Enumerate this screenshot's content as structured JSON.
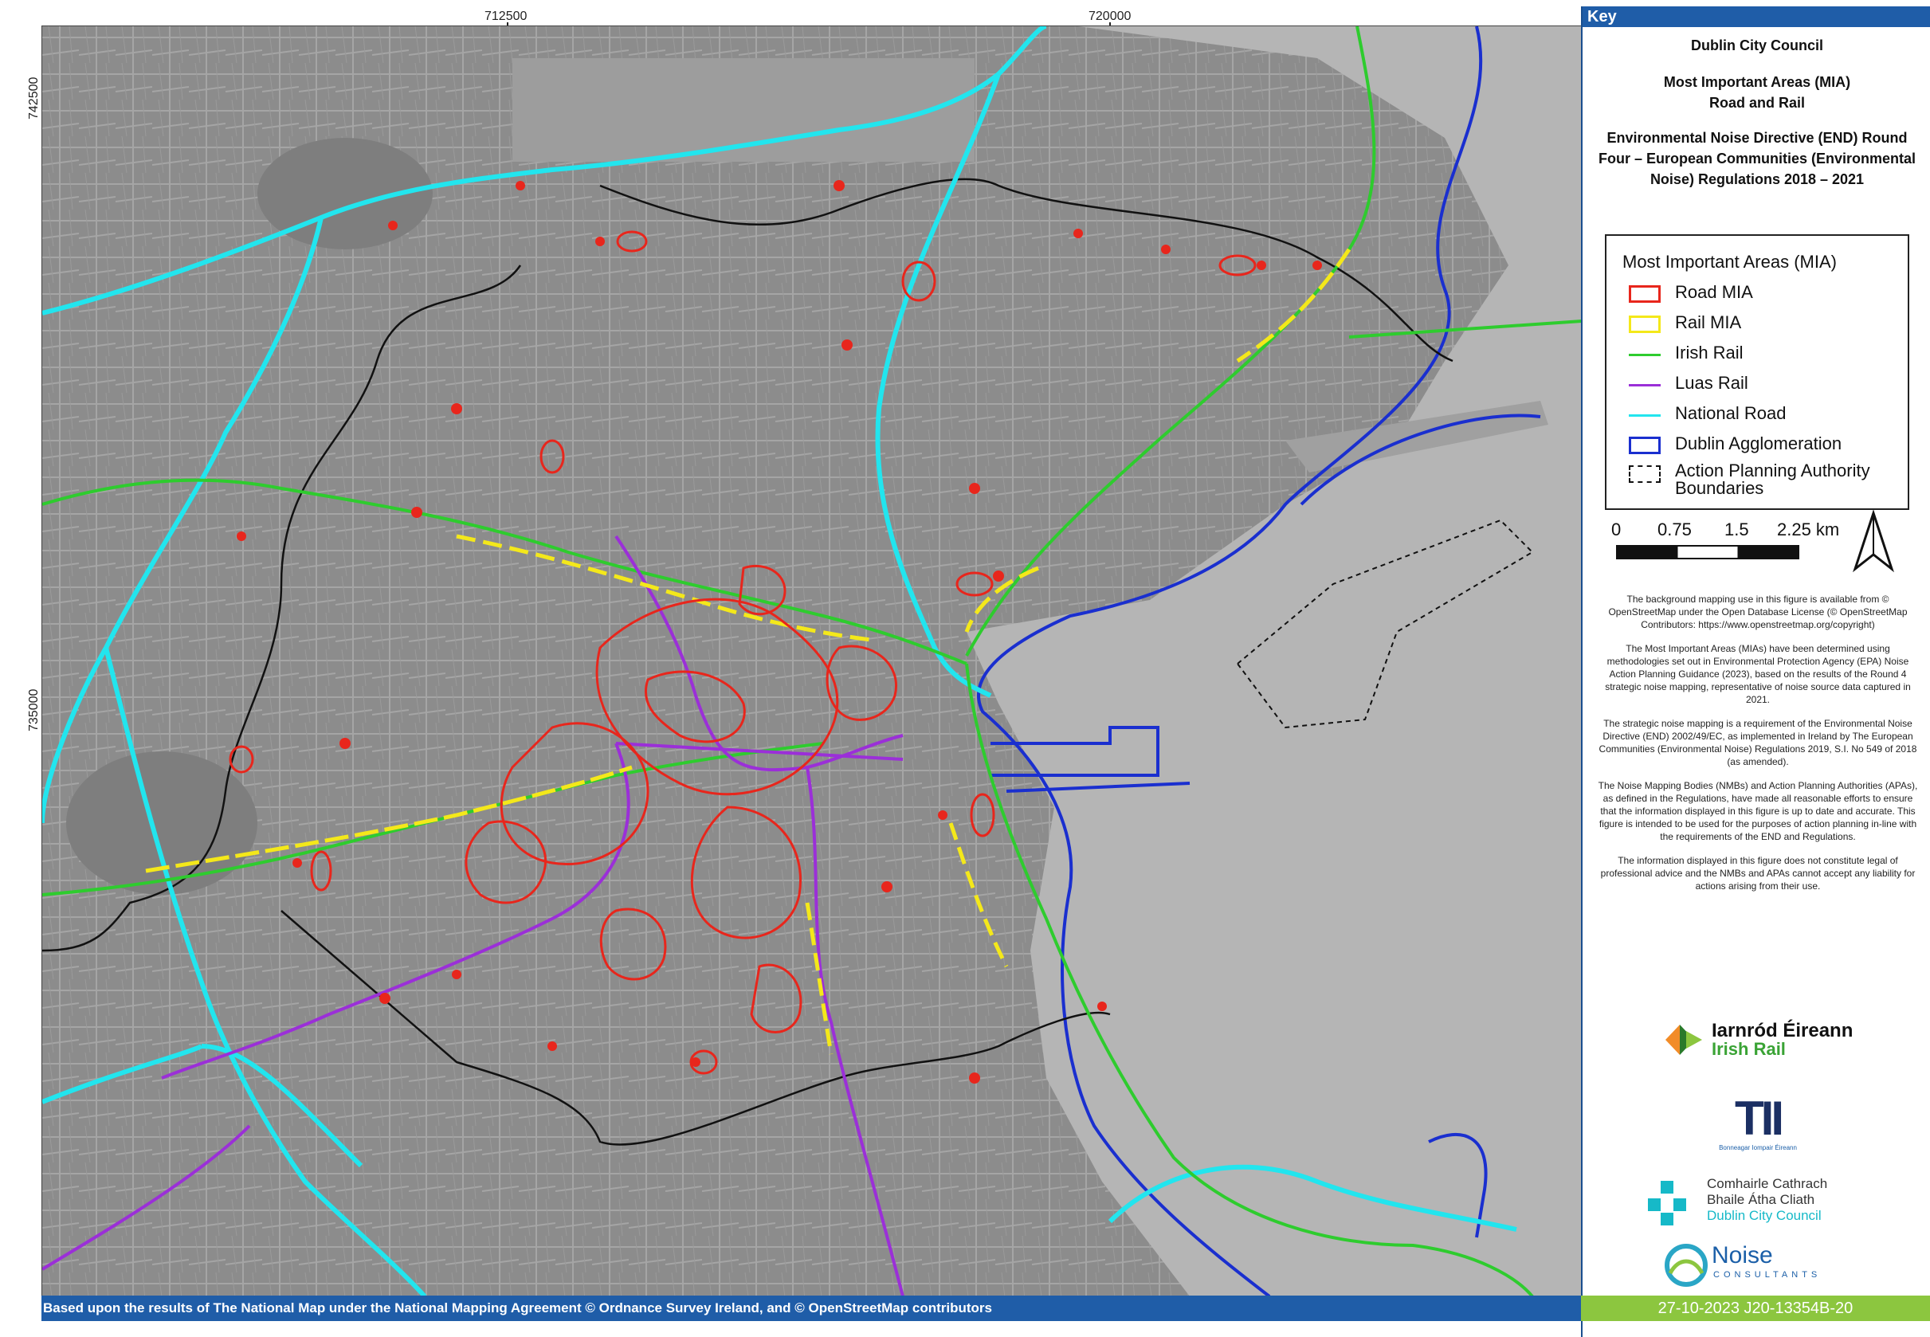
{
  "grid": {
    "x_labels": [
      "712500",
      "720000"
    ],
    "y_labels": [
      "742500",
      "735000"
    ]
  },
  "key": {
    "header": "Key",
    "council": "Dublin City Council",
    "title_line1": "Most Important Areas (MIA)",
    "title_line2": "Road and Rail",
    "directive_line1": "Environmental Noise Directive (END) Round",
    "directive_line2": "Four – European Communities (Environmental",
    "directive_line3": "Noise) Regulations 2018 – 2021"
  },
  "legend": {
    "title": "Most Important Areas (MIA)",
    "items": [
      {
        "label": "Road MIA",
        "color": "#e8261c",
        "symbol": "box"
      },
      {
        "label": "Rail MIA",
        "color": "#f4e81a",
        "symbol": "box"
      },
      {
        "label": "Irish Rail",
        "color": "#2ecc2e",
        "symbol": "line"
      },
      {
        "label": "Luas Rail",
        "color": "#9b2fd8",
        "symbol": "line"
      },
      {
        "label": "National Road",
        "color": "#22e5ee",
        "symbol": "line"
      },
      {
        "label": "Dublin Agglomeration",
        "color": "#1a2fcf",
        "symbol": "box"
      },
      {
        "label": "Action Planning Authority Boundaries",
        "label_line1": "Action Planning Authority",
        "label_line2": "Boundaries",
        "color": "#111111",
        "symbol": "dashed-box"
      }
    ]
  },
  "scale": {
    "ticks": [
      "0",
      "0.75",
      "1.5",
      "2.25 km"
    ]
  },
  "notes": [
    "The background mapping use in this figure is available from © OpenStreetMap under the Open Database License (© OpenStreetMap Contributors: https://www.openstreetmap.org/copyright)",
    "The Most Important Areas (MIAs) have been determined using methodologies set out in Environmental Protection Agency (EPA) Noise Action Planning Guidance (2023), based on the results of the Round 4 strategic noise mapping, representative of noise source data captured in 2021.",
    "The strategic noise mapping is a requirement of the Environmental Noise Directive (END) 2002/49/EC, as implemented in Ireland by The European Communities (Environmental Noise) Regulations 2019, S.I. No 549 of 2018 (as amended).",
    "The Noise Mapping Bodies (NMBs) and Action Planning Authorities (APAs), as defined in the Regulations, have made all reasonable efforts to ensure that the information displayed in this figure is up to date and accurate. This figure is intended to be used for the purposes of action planning in-line with the requirements of the END and Regulations.",
    "The information displayed in this figure does not constitute legal of professional advice and the NMBs and APAs cannot accept any liability for actions arising from their use."
  ],
  "logos": {
    "irish_rail_line1": "Iarnród Éireann",
    "irish_rail_line2": "Irish Rail",
    "tii": "TII",
    "tii_sub": "Bonneagar Iompair Éireann",
    "dcc_line1": "Comhairle Cathrach",
    "dcc_line2": "Bhaile Átha Cliath",
    "dcc_line3": "Dublin City Council",
    "noise_line1": "Noise",
    "noise_line2": "CONSULTANTS"
  },
  "footer": {
    "attribution": "Based upon the results of The National Map under the National Mapping Agreement © Ordnance Survey Ireland, and © OpenStreetMap contributors",
    "date_ref": "27-10-2023   J20-13354B-20"
  }
}
